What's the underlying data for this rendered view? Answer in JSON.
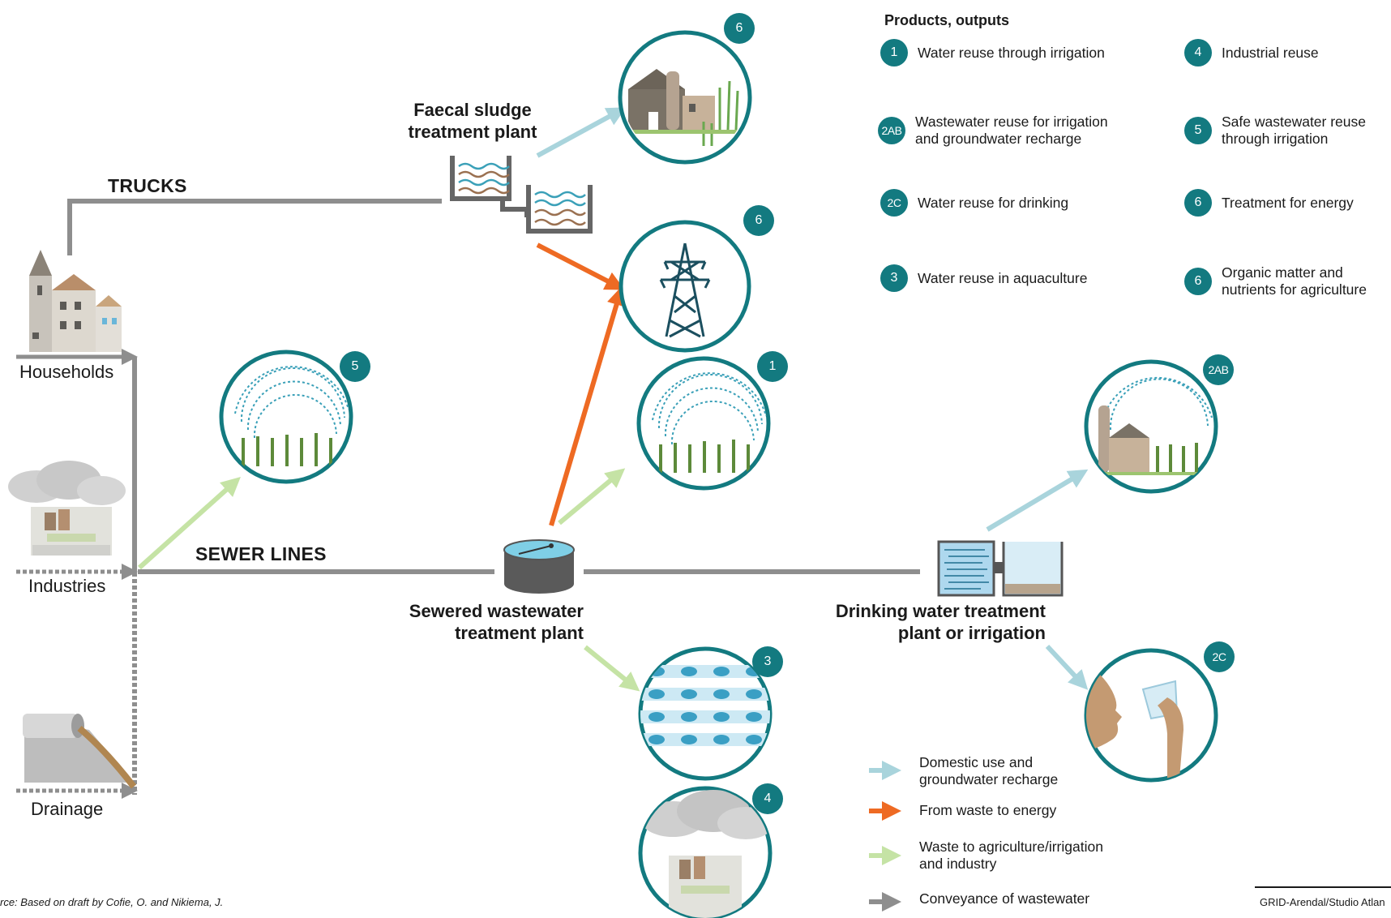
{
  "legend": {
    "title": "Products, outputs",
    "items": [
      {
        "badge": "1",
        "label": "Water reuse through irrigation"
      },
      {
        "badge": "4",
        "label": "Industrial reuse"
      },
      {
        "badge": "2AB",
        "label_line1": "Wastewater reuse for irrigation",
        "label_line2": "and groundwater recharge"
      },
      {
        "badge": "5",
        "label_line1": "Safe wastewater reuse",
        "label_line2": "through irrigation"
      },
      {
        "badge": "2C",
        "label": "Water reuse for drinking"
      },
      {
        "badge": "6",
        "label": "Treatment for energy"
      },
      {
        "badge": "3",
        "label": "Water reuse in aquaculture"
      },
      {
        "badge": "6",
        "label_line1": "Organic matter and",
        "label_line2": "nutrients for agriculture"
      }
    ]
  },
  "arrow_key": [
    {
      "label_line1": "Domestic use and",
      "label_line2": "groundwater recharge",
      "color": "#a9d4dc"
    },
    {
      "label": "From waste to energy",
      "color": "#ee6a23"
    },
    {
      "label_line1": "Waste to agriculture/irrigation",
      "label_line2": "and industry",
      "color": "#c5e3a5"
    },
    {
      "label": "Conveyance of wastewater",
      "color": "#8e8e8e"
    }
  ],
  "sources": {
    "households": "Households",
    "industries": "Industries",
    "drainage": "Drainage"
  },
  "routes": {
    "trucks": "TRUCKS",
    "sewer_lines": "SEWER LINES"
  },
  "plants": {
    "faecal_line1": "Faecal sludge",
    "faecal_line2": "treatment plant",
    "sewered_line1": "Sewered wastewater",
    "sewered_line2": "treatment plant",
    "drinking_line1": "Drinking water treatment",
    "drinking_line2": "plant or irrigation"
  },
  "output_badges": {
    "farm_energy": "6",
    "power_energy": "6",
    "irrigation_safe": "5",
    "irrigation_reuse": "1",
    "recharge": "2AB",
    "drinking": "2C",
    "aquaculture": "3",
    "industry": "4"
  },
  "footer": {
    "source": "rce: Based on draft by Cofie, O. and Nikiema, J.",
    "credit": "GRID-Arendal/Studio Atlan"
  },
  "colors": {
    "teal": "#137a80",
    "domestic": "#a9d4dc",
    "energy": "#ee6a23",
    "agriculture": "#c5e3a5",
    "conveyance": "#8e8e8e"
  }
}
